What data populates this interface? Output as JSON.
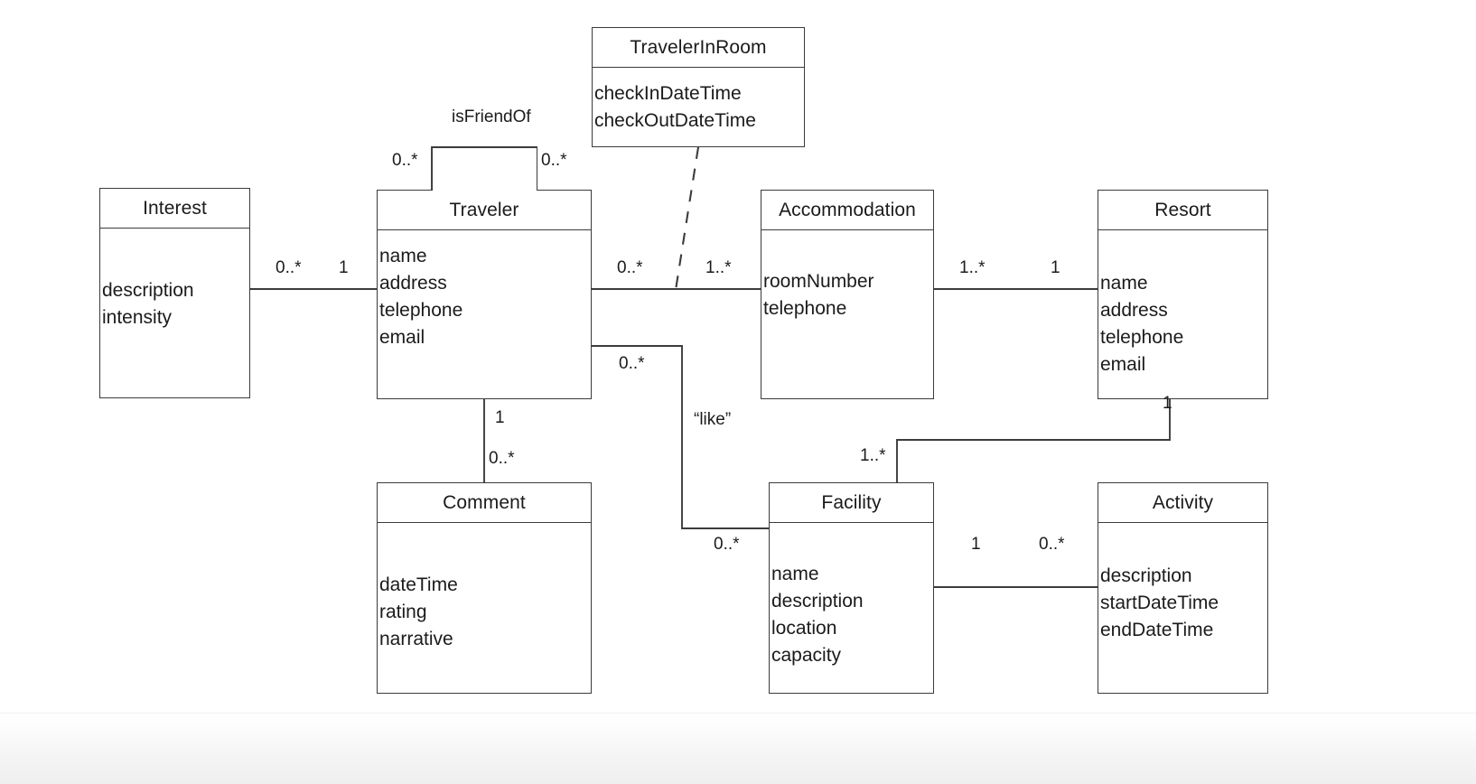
{
  "diagram": {
    "kind": "uml-class-diagram",
    "background": "#ffffff",
    "line_color": "#3c3c3c",
    "text_color": "#1b1b1b"
  },
  "classes": [
    {
      "id": "interest",
      "name": "Interest",
      "attributes": [
        "description",
        "intensity"
      ]
    },
    {
      "id": "traveler",
      "name": "Traveler",
      "attributes": [
        "name",
        "address",
        "telephone",
        "email"
      ]
    },
    {
      "id": "traveler_in_room",
      "name": "TravelerInRoom",
      "attributes": [
        "checkInDateTime",
        "checkOutDateTime"
      ]
    },
    {
      "id": "accommodation",
      "name": "Accommodation",
      "attributes": [
        "roomNumber",
        "telephone"
      ]
    },
    {
      "id": "resort",
      "name": "Resort",
      "attributes": [
        "name",
        "address",
        "telephone",
        "email"
      ]
    },
    {
      "id": "comment",
      "name": "Comment",
      "attributes": [
        "dateTime",
        "rating",
        "narrative"
      ]
    },
    {
      "id": "facility",
      "name": "Facility",
      "attributes": [
        "name",
        "description",
        "location",
        "capacity"
      ]
    },
    {
      "id": "activity",
      "name": "Activity",
      "attributes": [
        "description",
        "startDateTime",
        "endDateTime"
      ]
    }
  ],
  "association_names": {
    "is_friend_of": "isFriendOf",
    "like": "“like”"
  },
  "multiplicities": {
    "friend_left": "0..*",
    "friend_right": "0..*",
    "interest_end": "0..*",
    "traveler_interest_end": "1",
    "traveler_accommodation_end": "0..*",
    "accommodation_traveler_end": "1..*",
    "accommodation_resort_end": "1..*",
    "resort_accommodation_end": "1",
    "traveler_comment_end": "1",
    "comment_traveler_end": "0..*",
    "traveler_like_end": "0..*",
    "facility_like_end": "0..*",
    "resort_facility_end": "1",
    "facility_resort_end": "1..*",
    "facility_activity_end": "1",
    "activity_facility_end": "0..*"
  }
}
